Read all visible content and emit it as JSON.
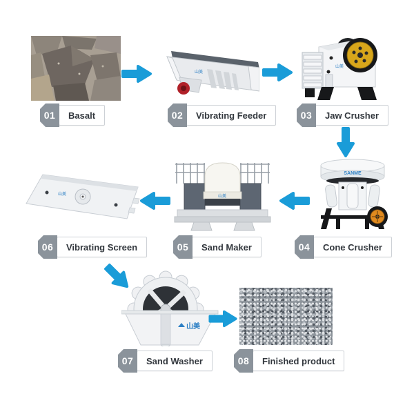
{
  "steps": [
    {
      "number": "01",
      "label": "Basalt"
    },
    {
      "number": "02",
      "label": "Vibrating Feeder"
    },
    {
      "number": "03",
      "label": "Jaw Crusher"
    },
    {
      "number": "04",
      "label": "Cone Crusher"
    },
    {
      "number": "05",
      "label": "Sand Maker"
    },
    {
      "number": "06",
      "label": "Vibrating Screen"
    },
    {
      "number": "07",
      "label": "Sand Washer"
    },
    {
      "number": "08",
      "label": "Finished product"
    }
  ],
  "brand": {
    "logo": "山美",
    "cone_text": "SANME"
  },
  "colors": {
    "arrow_blue": "#1a9cd8",
    "badge_gray": "#8b939b",
    "brand_blue": "#2c7fc4",
    "label_border": "#cdd1d6",
    "label_text": "#33383e"
  }
}
